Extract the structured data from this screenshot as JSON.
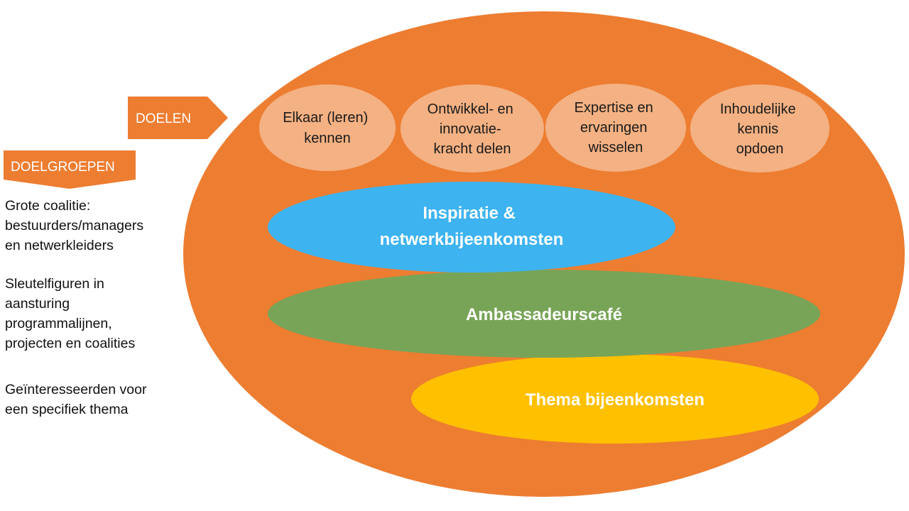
{
  "colors": {
    "orange": "#ED7D31",
    "peach": "#F4B183",
    "blue": "#3DB3F0",
    "green": "#78A458",
    "yellow": "#FFC000",
    "white": "#FFFFFF",
    "text_dark": "#1A1A1A"
  },
  "arrows": {
    "doelen": "DOELEN",
    "doelgroepen": "DOELGROEPEN"
  },
  "goals": [
    {
      "lines": [
        "Elkaar (leren)",
        "kennen"
      ]
    },
    {
      "lines": [
        "Ontwikkel- en",
        "innovatie-",
        "kracht delen"
      ]
    },
    {
      "lines": [
        "Expertise en",
        "ervaringen",
        "wisselen"
      ]
    },
    {
      "lines": [
        "Inhoudelijke",
        "kennis",
        "opdoen"
      ]
    }
  ],
  "activities": [
    {
      "name": "inspiratie",
      "lines": [
        "Inspiratie &",
        "netwerkbijeenkomsten"
      ]
    },
    {
      "name": "ambassadeurscafe",
      "lines": [
        "Ambassadeurscafé"
      ]
    },
    {
      "name": "thema",
      "lines": [
        "Thema bijeenkomsten"
      ]
    }
  ],
  "target_groups": [
    "Grote coalitie:\nbestuurders/managers\nen netwerkleiders",
    "Sleutelfiguren in\naansturing\nprogrammalijnen,\nprojecten en coalities",
    "Geïnteresseerden voor\neen specifiek thema"
  ]
}
